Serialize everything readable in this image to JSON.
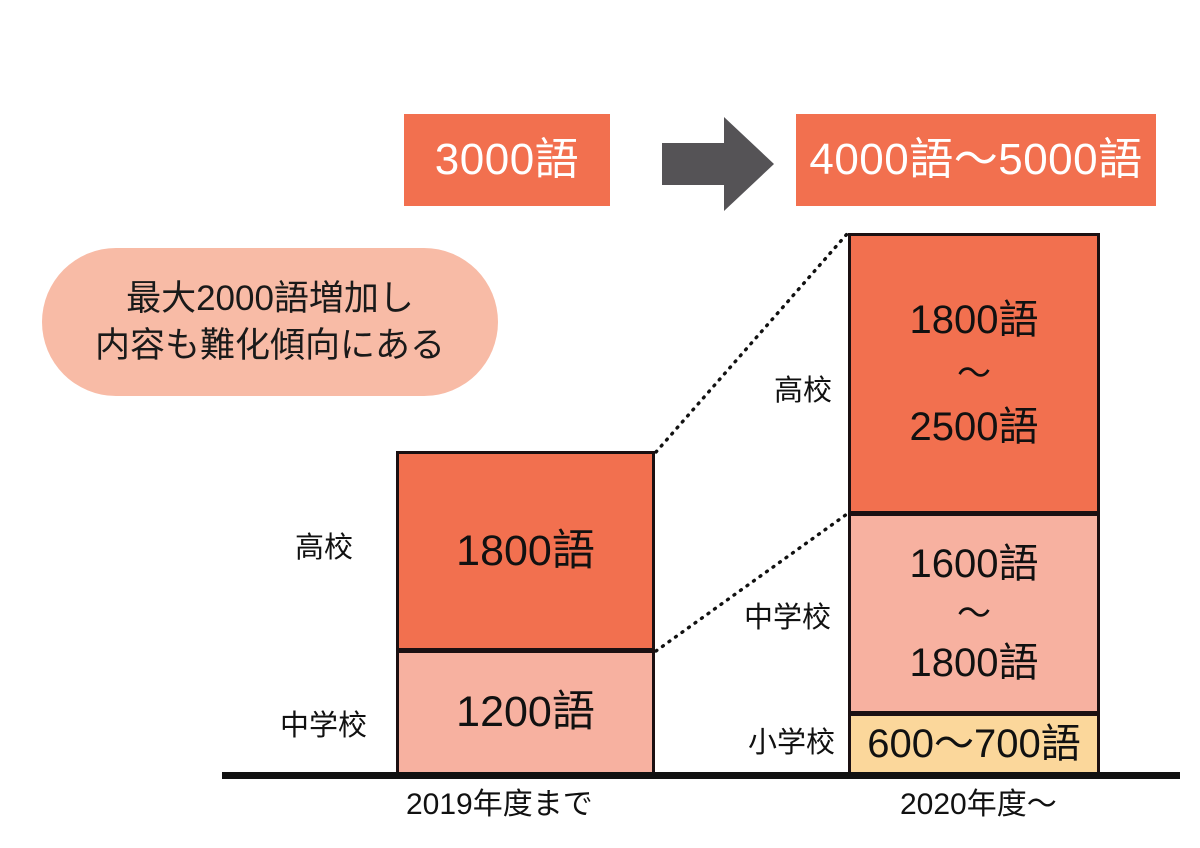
{
  "banners": {
    "before": {
      "label": "3000語",
      "color": "#F2704F"
    },
    "after": {
      "label": "4000語～5000語",
      "color": "#F2704F"
    },
    "arrow_icon": "arrow-right-icon"
  },
  "callout": {
    "line1": "最大2000語増加し",
    "line2": "内容も難化傾向にある",
    "color": "#F8BBA6"
  },
  "chart_data": {
    "type": "bar",
    "title": "",
    "xlabel": "",
    "ylabel": "",
    "categories": [
      "2019年度まで",
      "2020年度～"
    ],
    "legend": [
      {
        "name": "高校",
        "color": "#F2704F"
      },
      {
        "name": "中学校",
        "color": "#F7B1A0"
      },
      {
        "name": "小学校",
        "color": "#FBD79B"
      }
    ],
    "columns": [
      {
        "category": "2019年度まで",
        "total_label": "3000語",
        "segments": [
          {
            "stage": "高校",
            "value_lines": [
              "1800語"
            ],
            "value_min": 1800,
            "value_max": 1800,
            "color": "#F2704F"
          },
          {
            "stage": "中学校",
            "value_lines": [
              "1200語"
            ],
            "value_min": 1200,
            "value_max": 1200,
            "color": "#F7B1A0"
          }
        ]
      },
      {
        "category": "2020年度～",
        "total_label": "4000語～5000語",
        "segments": [
          {
            "stage": "高校",
            "value_lines": [
              "1800語",
              "～",
              "2500語"
            ],
            "value_min": 1800,
            "value_max": 2500,
            "color": "#F2704F"
          },
          {
            "stage": "中学校",
            "value_lines": [
              "1600語",
              "～",
              "1800語"
            ],
            "value_min": 1600,
            "value_max": 1800,
            "color": "#F7B1A0"
          },
          {
            "stage": "小学校",
            "value_lines": [
              "600～700語"
            ],
            "value_min": 600,
            "value_max": 700,
            "color": "#FBD79B"
          }
        ]
      }
    ]
  }
}
